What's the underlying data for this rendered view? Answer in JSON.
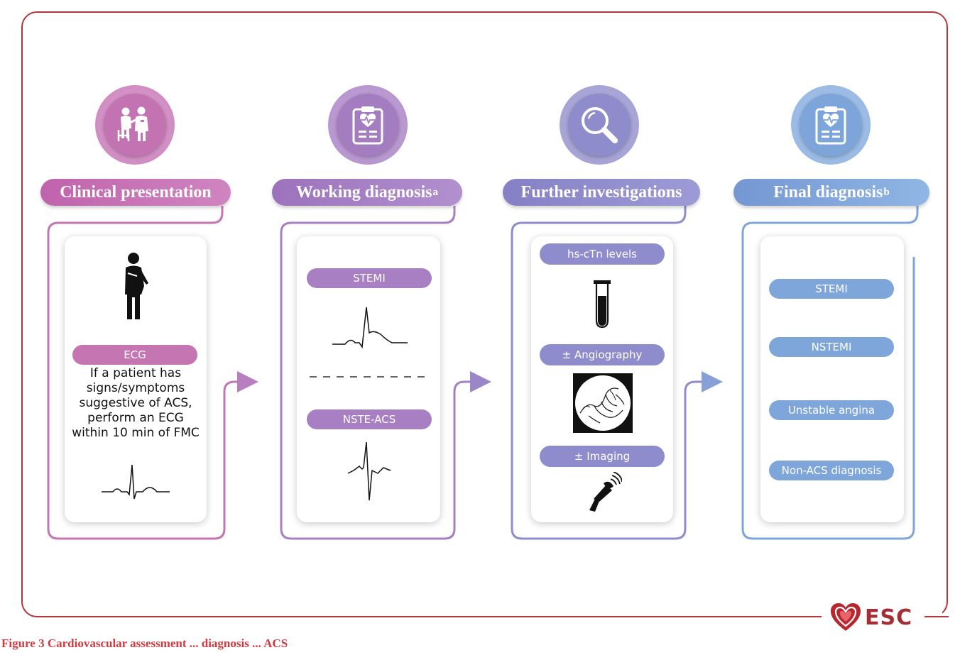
{
  "columns": {
    "clinical": {
      "header": "Clinical presentation",
      "pill": "ECG",
      "text": "If a patient has signs/symptoms suggestive of ACS, perform an ECG within 10 min of FMC"
    },
    "working": {
      "header": "Working diagnosis",
      "header_sup": "a",
      "pills": [
        "STEMI",
        "NSTE-ACS"
      ]
    },
    "further": {
      "header": "Further investigations",
      "pills": [
        "hs-cTn levels",
        "± Angiography",
        "± Imaging"
      ]
    },
    "final": {
      "header": "Final diagnosis",
      "header_sup": "b",
      "pills": [
        "STEMI",
        "NSTEMI",
        "Unstable angina",
        "Non-ACS diagnosis"
      ]
    }
  },
  "logo": {
    "text": "ESC"
  },
  "caption": "Figure 3 Cardiovascular assessment ... diagnosis ... ACS",
  "colors": {
    "frame": "#b3363d",
    "col1": "#c576b2",
    "col2": "#a77fc2",
    "col3": "#8e8ccc",
    "col4": "#7fa6da"
  },
  "icons": [
    "doctor-patient-icon",
    "clipboard-heart-icon",
    "magnifier-icon",
    "clipboard-heart-icon",
    "chest-pain-person-icon",
    "test-tube-icon",
    "angiography-image-icon",
    "ultrasound-probe-icon",
    "heart-logo-icon"
  ]
}
